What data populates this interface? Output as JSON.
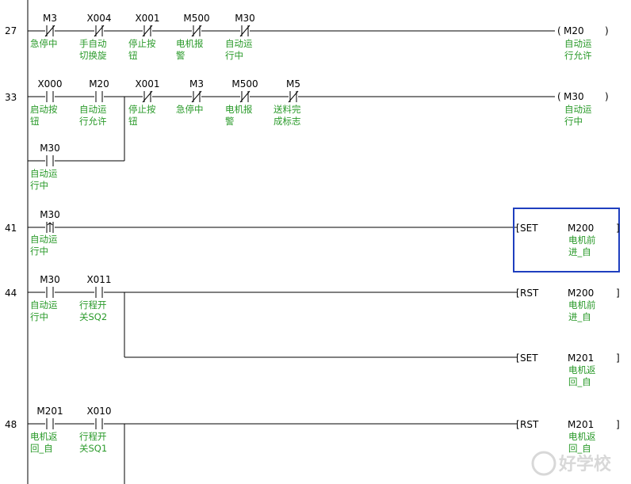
{
  "rungs": [
    {
      "step": "27",
      "contacts": [
        {
          "device": "M3",
          "type": "nc",
          "comment": [
            "急停中"
          ]
        },
        {
          "device": "X004",
          "type": "nc",
          "comment": [
            "手自动",
            "切换旋"
          ]
        },
        {
          "device": "X001",
          "type": "nc",
          "comment": [
            "停止按",
            "钮"
          ]
        },
        {
          "device": "M500",
          "type": "nc",
          "comment": [
            "电机报",
            "警"
          ]
        },
        {
          "device": "M30",
          "type": "nc",
          "comment": [
            "自动运",
            "行中"
          ]
        }
      ],
      "coil": {
        "kind": "out",
        "device": "M20",
        "comment": [
          "自动运",
          "行允许"
        ]
      }
    },
    {
      "step": "33",
      "contacts": [
        {
          "device": "X000",
          "type": "no",
          "comment": [
            "启动按",
            "钮"
          ]
        },
        {
          "device": "M20",
          "type": "no",
          "comment": [
            "自动运",
            "行允许"
          ]
        },
        {
          "device": "X001",
          "type": "nc",
          "comment": [
            "停止按",
            "钮"
          ]
        },
        {
          "device": "M3",
          "type": "nc",
          "comment": [
            "急停中"
          ]
        },
        {
          "device": "M500",
          "type": "nc",
          "comment": [
            "电机报",
            "警"
          ]
        },
        {
          "device": "M5",
          "type": "nc",
          "comment": [
            "送料完",
            "成标志"
          ]
        }
      ],
      "branch": {
        "device": "M30",
        "type": "no",
        "comment": [
          "自动运",
          "行中"
        ]
      },
      "coil": {
        "kind": "out",
        "device": "M30",
        "comment": [
          "自动运",
          "行中"
        ]
      }
    },
    {
      "step": "41",
      "contacts": [
        {
          "device": "M30",
          "type": "pulse",
          "comment": [
            "自动运",
            "行中"
          ]
        }
      ],
      "instructions": [
        {
          "op": "SET",
          "device": "M200",
          "comment": [
            "电机前",
            "进_自"
          ],
          "selected": true
        }
      ]
    },
    {
      "step": "44",
      "contacts": [
        {
          "device": "M30",
          "type": "no",
          "comment": [
            "自动运",
            "行中"
          ]
        },
        {
          "device": "X011",
          "type": "no",
          "comment": [
            "行程开",
            "关SQ2"
          ]
        }
      ],
      "instructions": [
        {
          "op": "RST",
          "device": "M200",
          "comment": [
            "电机前",
            "进_自"
          ]
        },
        {
          "op": "SET",
          "device": "M201",
          "comment": [
            "电机返",
            "回_自"
          ]
        }
      ]
    },
    {
      "step": "48",
      "contacts": [
        {
          "device": "M201",
          "type": "no",
          "comment": [
            "电机返",
            "回_自"
          ]
        },
        {
          "device": "X010",
          "type": "no",
          "comment": [
            "行程开",
            "关SQ1"
          ]
        }
      ],
      "instructions": [
        {
          "op": "RST",
          "device": "M201",
          "comment": [
            "电机返",
            "回_自"
          ]
        }
      ]
    }
  ],
  "colors": {
    "comment": "#2a9a2a",
    "line": "#000000",
    "selection": "#1f3fbf"
  },
  "watermark": "好学校"
}
